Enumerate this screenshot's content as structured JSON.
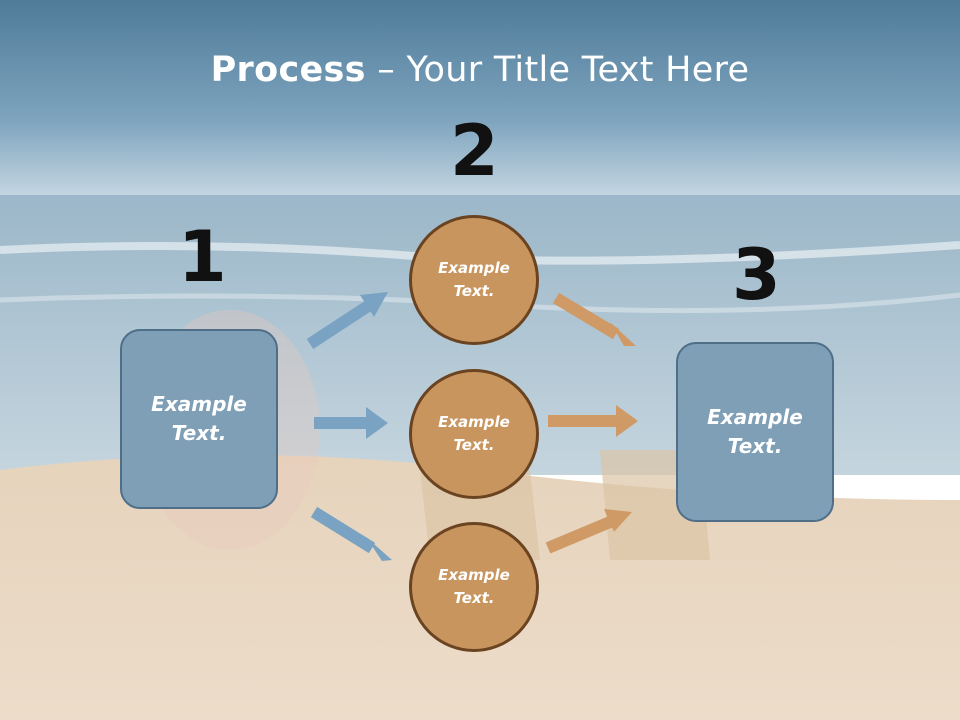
{
  "slide": {
    "title_bold": "Process",
    "title_rest": " – Your Title Text Here"
  },
  "steps": [
    {
      "number": "1",
      "text_line1": "Example",
      "text_line2": "Text."
    },
    {
      "number": "2",
      "text_line1": "Example",
      "text_line2": "Text."
    },
    {
      "number": "3",
      "text_line1": "Example",
      "text_line2": "Text."
    }
  ],
  "middle_items": [
    {
      "line1": "Example",
      "line2": "Text."
    },
    {
      "line1": "Example",
      "line2": "Text."
    },
    {
      "line1": "Example",
      "line2": "Text."
    }
  ],
  "colors": {
    "box_fill": "#7f9fb7",
    "circle_fill": "#c9955f",
    "arrow_blue": "#7aa2c2",
    "arrow_orange": "#cf9a66"
  }
}
